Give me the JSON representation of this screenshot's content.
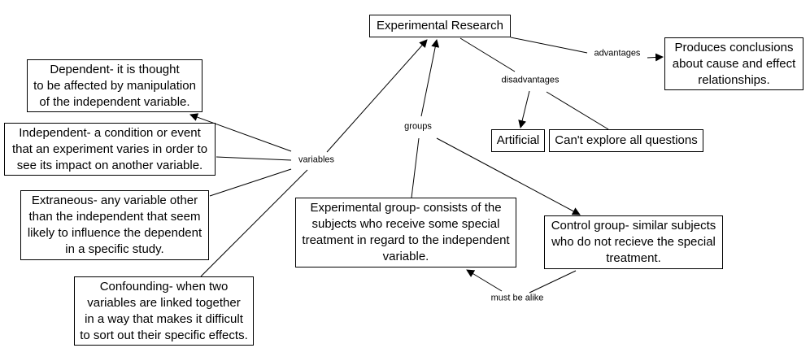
{
  "title": "Experimental Research concept map",
  "nodes": {
    "root": "Experimental Research",
    "advantage": "Produces conclusions\nabout cause and effect\nrelationships.",
    "artificial": "Artificial",
    "cant_explore": "Can't explore all questions",
    "dependent": "Dependent- it is thought\nto be affected by manipulation\nof the independent variable.",
    "independent": "Independent- a condition or event\nthat an experiment varies in order to\nsee its impact on another variable.",
    "extraneous": "Extraneous- any variable other\nthan the independent that seem\nlikely to influence the dependent\nin a specific study.",
    "confounding": "Confounding- when two\nvariables are linked together\nin a way that makes it difficult\nto sort out their specific effects.",
    "experimental_group": "Experimental group- consists of the\nsubjects who receive some special\ntreatment in regard to the independent\nvariable.",
    "control_group": "Control group- similar subjects\nwho do not recieve the special\ntreatment."
  },
  "link_labels": {
    "advantages": "advantages",
    "disadvantages": "disadvantages",
    "variables": "variables",
    "groups": "groups",
    "must_be_alike": "must be alike"
  },
  "colors": {
    "line": "#000000",
    "background": "#ffffff"
  }
}
